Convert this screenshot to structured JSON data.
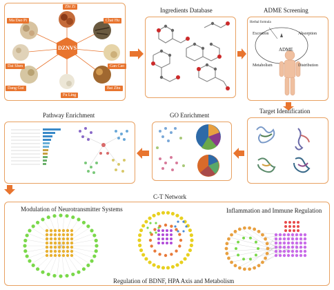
{
  "herbs": {
    "center": "DZNVS",
    "items": [
      "Zhi Zi",
      "Ma Dao Pi",
      "Chai Hu",
      "Dai Shen",
      "Gan Cao",
      "Dang Gui",
      "Bai Zhu",
      "Fu Ling"
    ]
  },
  "ingredients": {
    "title": "Ingredients Database"
  },
  "adme": {
    "title": "ADME Screening",
    "herbal_formula": "Herbal formula",
    "center": "ADME",
    "excretion": "Excretion",
    "absorption": "Absorption",
    "metabolism": "Metabolism",
    "distribution": "Distribution"
  },
  "target": {
    "title": "Target Identification"
  },
  "go": {
    "title": "GO Enrichment"
  },
  "pathway": {
    "title": "Pathway Enrichment"
  },
  "ct": {
    "title": "C-T Network"
  },
  "network": {
    "neuro": "Modulation of Neurotransmitter Systems",
    "inflammation": "Inflammation and Immune Regulation",
    "bdnf": "Regulation of BDNF, HPA Axis and Metabolism"
  },
  "colors": {
    "border": "#e8a060",
    "arrow": "#e8742e",
    "herb_label": "#e8742e"
  }
}
